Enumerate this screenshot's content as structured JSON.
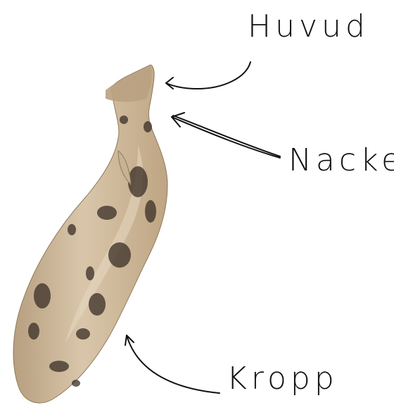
{
  "labels": {
    "head": "Huvud",
    "neck": "Nacke",
    "body": "Kropp"
  },
  "colors": {
    "root_skin": "#cdb596",
    "root_highlight": "#e4d3bb",
    "soil": "#3a2e26",
    "ink": "#111111"
  }
}
